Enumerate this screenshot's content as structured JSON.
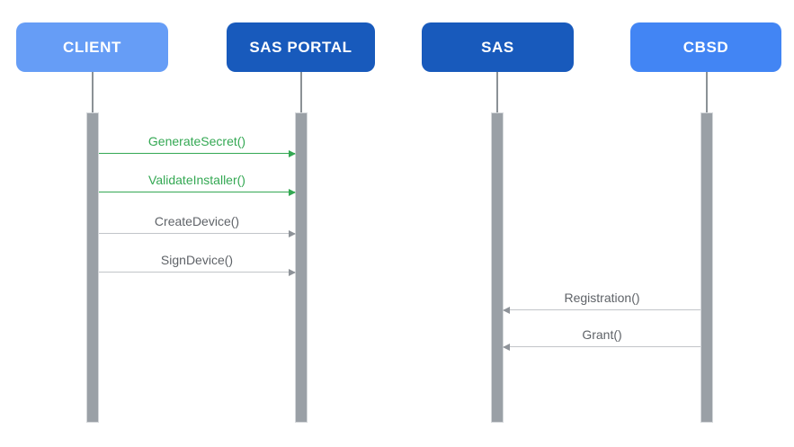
{
  "diagram": {
    "type": "sequence-diagram",
    "actors": [
      {
        "id": "client",
        "label": "CLIENT",
        "color": "#669DF6"
      },
      {
        "id": "sas-portal",
        "label": "SAS PORTAL",
        "color": "#185ABC"
      },
      {
        "id": "sas",
        "label": "SAS",
        "color": "#185ABC"
      },
      {
        "id": "cbsd",
        "label": "CBSD",
        "color": "#4285F4"
      }
    ],
    "messages": [
      {
        "label": "GenerateSecret()",
        "from": "CLIENT",
        "to": "SAS PORTAL",
        "direction": "right",
        "text_color": "#34A853",
        "line_color": "#34A853",
        "arrow_color": "#34A853"
      },
      {
        "label": "ValidateInstaller()",
        "from": "CLIENT",
        "to": "SAS PORTAL",
        "direction": "right",
        "text_color": "#34A853",
        "line_color": "#34A853",
        "arrow_color": "#34A853"
      },
      {
        "label": "CreateDevice()",
        "from": "CLIENT",
        "to": "SAS PORTAL",
        "direction": "right",
        "text_color": "#5F6368",
        "line_color": "#C2C5C9",
        "arrow_color": "#8E9399"
      },
      {
        "label": "SignDevice()",
        "from": "CLIENT",
        "to": "SAS PORTAL",
        "direction": "right",
        "text_color": "#5F6368",
        "line_color": "#C2C5C9",
        "arrow_color": "#8E9399"
      },
      {
        "label": "Registration()",
        "from": "CBSD",
        "to": "SAS",
        "direction": "left",
        "text_color": "#5F6368",
        "line_color": "#C2C5C9",
        "arrow_color": "#8E9399"
      },
      {
        "label": "Grant()",
        "from": "CBSD",
        "to": "SAS",
        "direction": "left",
        "text_color": "#5F6368",
        "line_color": "#C2C5C9",
        "arrow_color": "#8E9399"
      }
    ],
    "colors": {
      "activation_bar": "#9AA0A6",
      "lifeline": "#8B9196",
      "background": "#FFFFFF"
    }
  }
}
